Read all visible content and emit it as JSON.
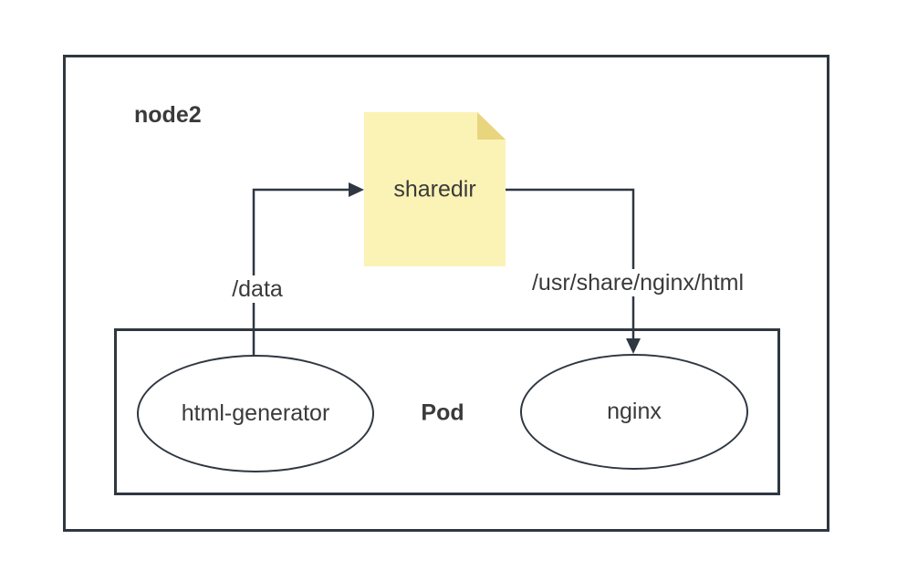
{
  "colors": {
    "background": "#FFFFFF",
    "stroke": "#2F3741",
    "text": "#3A3A3A",
    "note_fill": "#FBF2B5",
    "note_fold": "#E8D57E"
  },
  "diagram": {
    "node": {
      "label": "node2"
    },
    "pod": {
      "label": "Pod"
    },
    "volume": {
      "label": "sharedir"
    },
    "containers": [
      {
        "label": "html-generator"
      },
      {
        "label": "nginx"
      }
    ],
    "mounts": [
      {
        "label": "/data"
      },
      {
        "label": "/usr/share/nginx/html"
      }
    ]
  }
}
